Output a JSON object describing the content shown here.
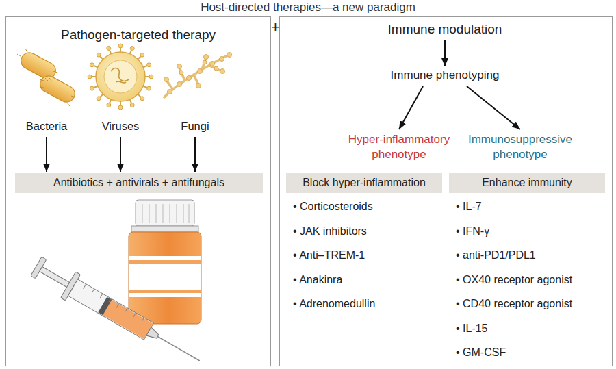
{
  "diagram": {
    "title": "Host-directed therapies—a new paradigm",
    "nodes": [
      {
        "text": [
          "Pathogen-targeted therapy"
        ]
      },
      {
        "text": [
          "Bacteria"
        ],
        "in": 0
      },
      {
        "text": [
          "Viruses"
        ],
        "in": 0
      },
      {
        "text": [
          "Fungi"
        ],
        "in": 0
      },
      {
        "text": [
          "Antibiotics + antivirals + antifungals"
        ],
        "in": 0
      },
      {
        "text": []
      },
      {
        "text": [
          "Immune modulation"
        ],
        "in": 5
      },
      {
        "text": [
          "Immune phenotyping"
        ],
        "in": 5
      },
      {
        "text": [
          "Hyper-inflammatory phenotype"
        ],
        "in": 5
      },
      {
        "text": [
          "Immunosuppressive phenotype"
        ],
        "in": 5
      },
      {
        "text": [
          "Block hyper-inflammation"
        ],
        "in": 5
      },
      {
        "text": [
          "Enhance immunity"
        ],
        "in": 5
      }
    ],
    "edges": [
      {
        "from": 1,
        "to": 4,
        "arrow": "to"
      },
      {
        "from": 2,
        "to": 4,
        "arrow": "to"
      },
      {
        "from": 3,
        "to": 4,
        "arrow": "to"
      },
      {
        "from": 6,
        "to": 7,
        "arrow": "to"
      },
      {
        "from": 7,
        "to": 8,
        "arrow": "to"
      },
      {
        "from": 7,
        "to": 9,
        "arrow": "to"
      }
    ],
    "labels": [
      "+",
      "• Corticosteroids",
      "• JAK inhibitors",
      "• Anti–TREM-1",
      "• Anakinra",
      "• Adrenomedullin",
      "• IL-7",
      "• IFN-γ",
      "• anti-PD1/PDL1",
      "• OX40 receptor agonist",
      "• CD40 receptor agonist",
      "• IL-15",
      "• GM-CSF"
    ]
  }
}
